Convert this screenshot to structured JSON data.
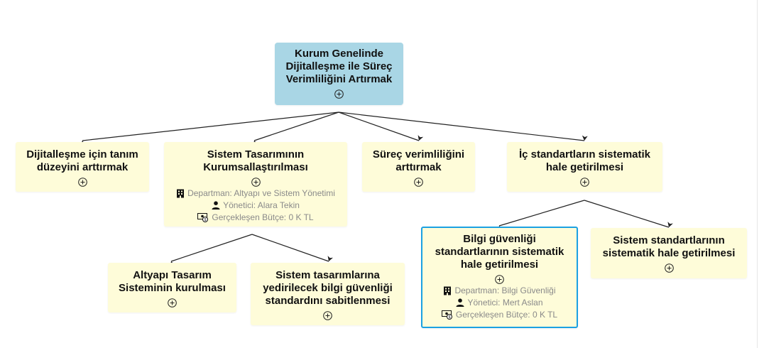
{
  "nodes": {
    "root": {
      "title": "Kurum Genelinde Dijitalleşme ile Süreç Verimliliğini Artırmak"
    },
    "n1": {
      "title": "Dijitalleşme için tanım düzeyini arttırmak"
    },
    "n2": {
      "title": "Sistem Tasarımının Kurumsallaştırılması",
      "department": "Departman: Altyapı ve Sistem Yönetimi",
      "manager": "Yönetici: Alara Tekin",
      "budget": "Gerçekleşen Bütçe: 0 K TL"
    },
    "n3": {
      "title": "Süreç verimliliğini arttırmak"
    },
    "n4": {
      "title": "İç standartların sistematik hale getirilmesi"
    },
    "n2a": {
      "title": "Altyapı Tasarım Sisteminin kurulması"
    },
    "n2b": {
      "title": "Sistem tasarımlarına yedirilecek bilgi güvenliği standardını sabitlenmesi"
    },
    "n4a": {
      "title": "Bilgi güvenliği standartlarının sistematik hale getirilmesi",
      "department": "Departman: Bilgi Güvenliği",
      "manager": "Yönetici: Mert Aslan",
      "budget": "Gerçekleşen Bütçe: 0 K TL"
    },
    "n4b": {
      "title": "Sistem standartlarının sistematik hale getirilmesi"
    }
  },
  "colors": {
    "root_fill": "#a9d6e5",
    "node_fill": "#fefcd9",
    "selected_border": "#1ba1e2",
    "edge": "#222222",
    "meta_text": "#8a8a8a"
  },
  "icons": {
    "expand": "plus-circle-icon",
    "department": "building-icon",
    "manager": "person-icon",
    "budget": "money-icon"
  }
}
